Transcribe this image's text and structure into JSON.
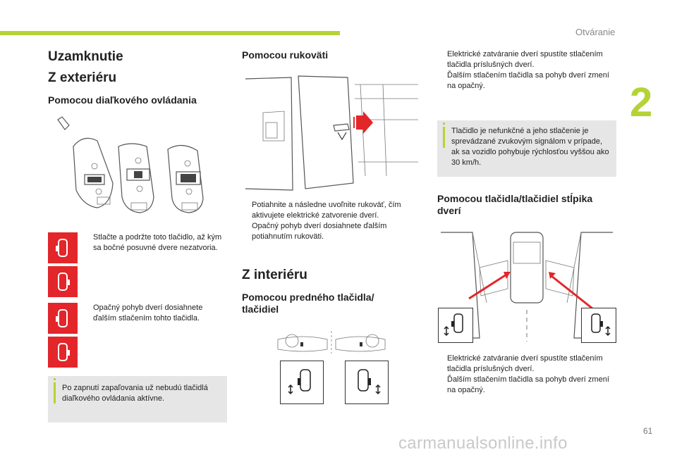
{
  "header": {
    "chapter_title": "Otváranie",
    "chapter_number": "2",
    "page_number": "61"
  },
  "watermark": "carmanualsonline.info",
  "col1": {
    "h_main": "Uzamknutie",
    "h_sub": "Z exteriéru",
    "h_section": "Pomocou diaľkového ovládania",
    "bullet1": "Stlačte a podržte toto tlačidlo, až kým sa bočné posuvné dvere nezatvoria.",
    "bullet2": "Opačný pohyb dverí dosiahnete ďalším stlačením tohto tlačidla.",
    "info": "Po zapnutí zapaľovania už nebudú tlačidlá diaľkového ovládania aktívne."
  },
  "col2": {
    "h_section": "Pomocou rukoväti",
    "bullet1": "Potiahnite a následne uvoľnite rukoväť, čím aktivujete elektrické zatvorenie dverí.",
    "bullet2": "Opačný pohyb dverí dosiahnete ďalším potiahnutím rukoväti.",
    "h_sub": "Z interiéru",
    "h_section2": "Pomocou predného tlačidla/ tlačidiel"
  },
  "col3": {
    "bullet1": "Elektrické zatváranie dverí spustíte stlačením tlačidla príslušných dverí.",
    "bullet2": "Ďalším stlačením tlačidla sa pohyb dverí zmení na opačný.",
    "info": "Tlačidlo je nefunkčné a jeho stlačenie je sprevádzané zvukovým signálom v prípade, ak sa vozidlo pohybuje rýchlosťou vyššou ako 30 km/h.",
    "h_section": "Pomocou tlačidla/tlačidiel stĺpika dverí",
    "bullet3": "Elektrické zatváranie dverí spustíte stlačením tlačidla príslušných dverí.",
    "bullet4": "Ďalším stlačením tlačidla sa pohyb dverí zmení na opačný."
  },
  "bullet_marker": "",
  "colors": {
    "accent_green": "#b5d335",
    "button_red": "#e2262a",
    "info_bg": "#e6e6e6"
  },
  "icons": [
    "remote-key-icon",
    "sliding-door-icon",
    "van-handle-illustration",
    "overhead-console-icon",
    "door-pillar-button-icon"
  ]
}
